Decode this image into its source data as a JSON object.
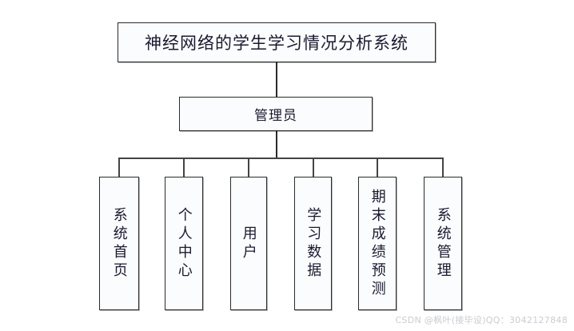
{
  "diagram": {
    "type": "hierarchy-tree",
    "orientation": "top-down",
    "levels": 3,
    "colors": {
      "box_fill": "#fbfcfe",
      "box_border": "#2b2b2b",
      "line": "#2b2b2b",
      "text": "#1a1a2e",
      "watermark": "#c9ccd2",
      "background": "#ffffff"
    },
    "root": {
      "label": "神经网络的学生学习情况分析系统",
      "text_direction": "horizontal"
    },
    "level2": {
      "label": "管理员",
      "text_direction": "horizontal"
    },
    "leaves": [
      {
        "label": "系统首页",
        "text_direction": "vertical"
      },
      {
        "label": "个人中心",
        "text_direction": "vertical"
      },
      {
        "label": "用户",
        "text_direction": "vertical"
      },
      {
        "label": "学习数据",
        "text_direction": "vertical"
      },
      {
        "label": "期末成绩预测",
        "text_direction": "vertical"
      },
      {
        "label": "系统管理",
        "text_direction": "vertical"
      }
    ]
  },
  "watermark": {
    "text": "CSDN @枫叶(接毕设)QQ：3042127848"
  }
}
